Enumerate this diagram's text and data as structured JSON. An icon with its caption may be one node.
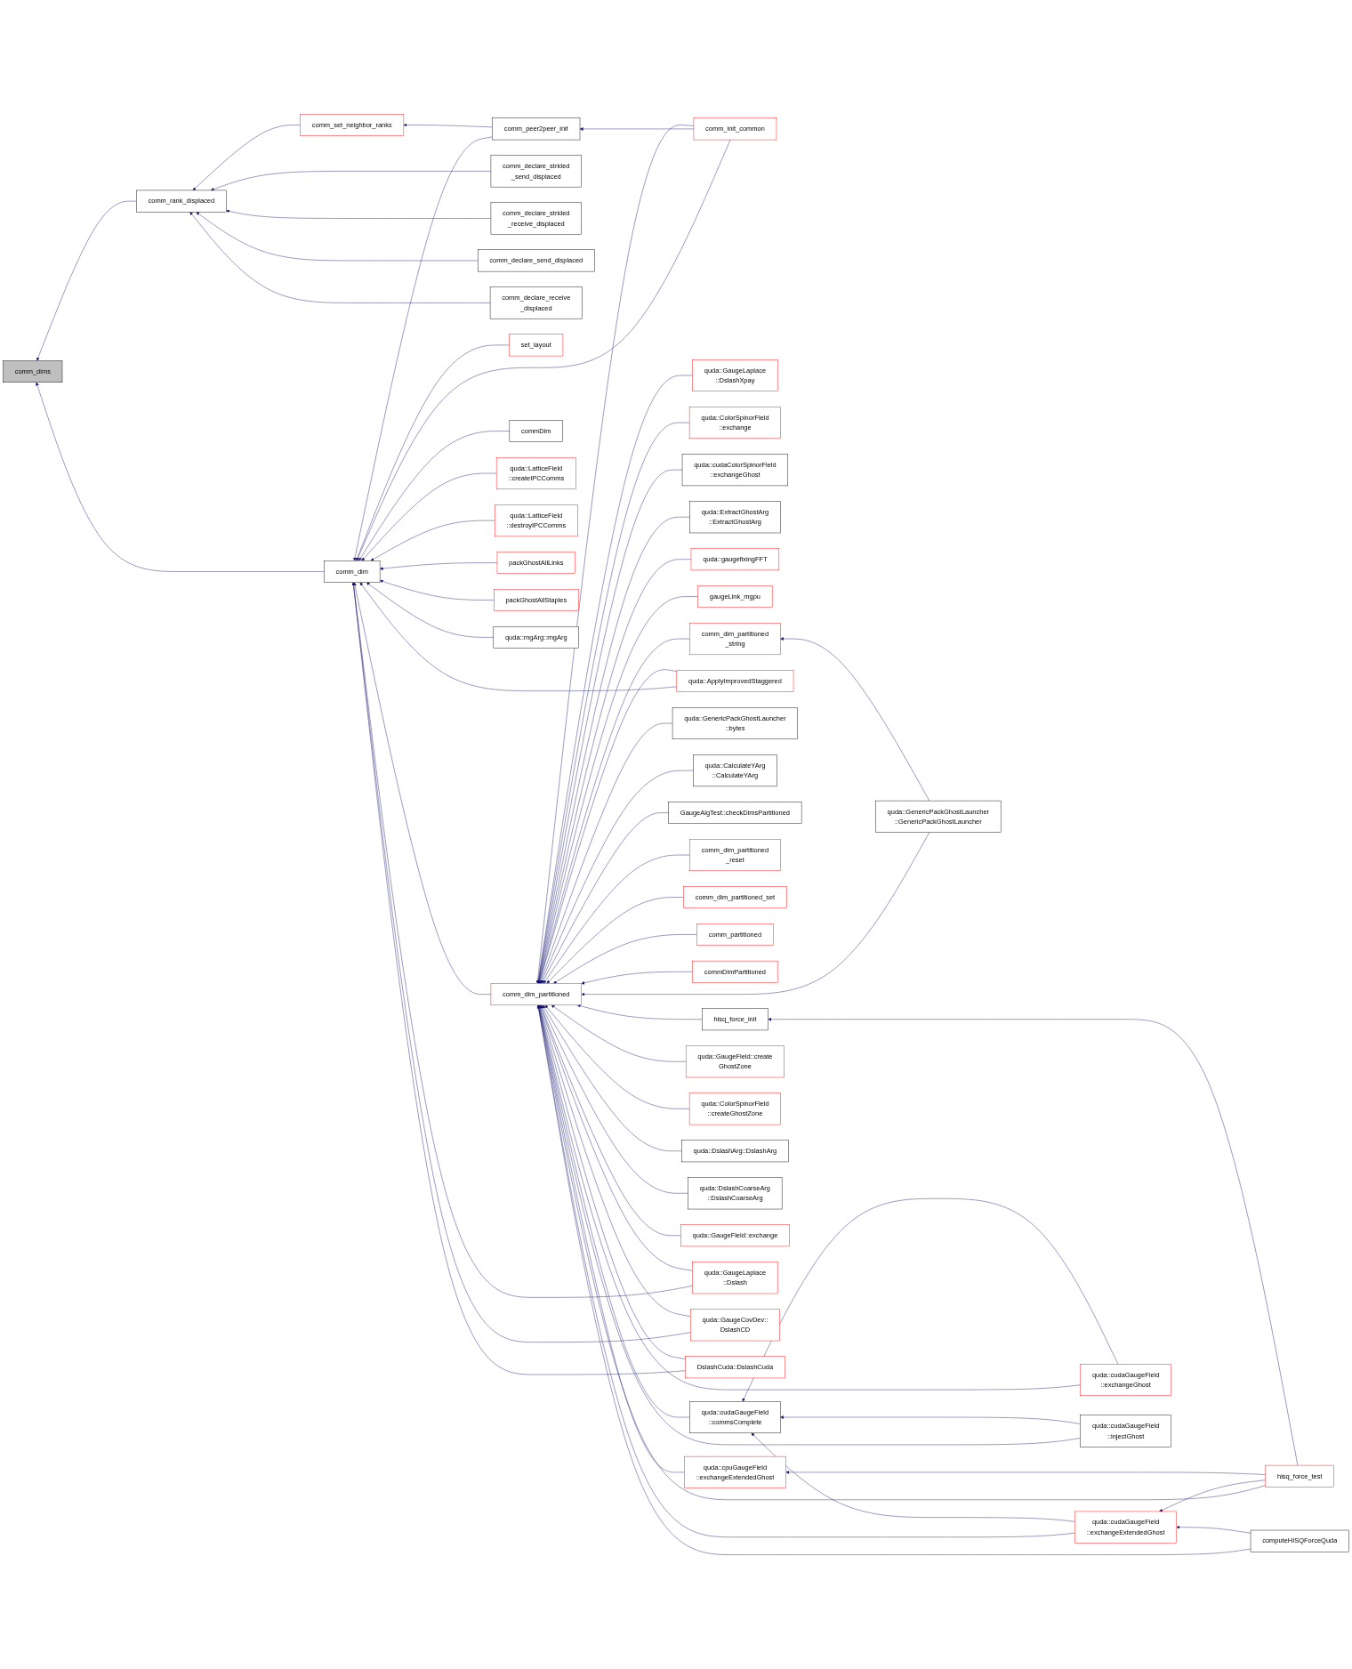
{
  "diagram": {
    "nodes": [
      {
        "text": [
          "comm_dims"
        ]
      },
      {
        "text": [
          "comm_dim"
        ]
      },
      {
        "text": [
          "comm_rank_displaced"
        ]
      },
      {
        "text": [
          "comm_peer2peer_init"
        ]
      },
      {
        "text": [
          "comm_set_neighbor_ranks"
        ]
      },
      {
        "text": [
          "comm_declare_strided _send_displaced"
        ]
      },
      {
        "text": [
          "comm_declare_strided _receive_displaced"
        ]
      },
      {
        "text": [
          "comm_declare_send_displaced"
        ]
      },
      {
        "text": [
          "comm_declare_receive _displaced"
        ]
      },
      {
        "text": [
          "set_layout"
        ]
      },
      {
        "text": [
          "comm_dim_partitioned"
        ]
      },
      {
        "text": [
          "commDim"
        ]
      },
      {
        "text": [
          "quda::LatticeField ::createIPCComms"
        ]
      },
      {
        "text": [
          "quda::LatticeField ::destroyIPCComms"
        ]
      },
      {
        "text": [
          "packGhostAllLinks"
        ]
      },
      {
        "text": [
          "packGhostAllStaples"
        ]
      },
      {
        "text": [
          "quda::rngArg::rngArg"
        ]
      },
      {
        "text": [
          "comm_init_common"
        ]
      },
      {
        "text": [
          "quda::GaugeLaplace ::DslashXpay"
        ]
      },
      {
        "text": [
          "quda::ColorSpinorField ::exchange"
        ]
      },
      {
        "text": [
          "quda::cudaColorSpinorField ::exchangeGhost"
        ]
      },
      {
        "text": [
          "quda::ExtractGhostArg ::ExtractGhostArg"
        ]
      },
      {
        "text": [
          "quda::gaugefixingFFT"
        ]
      },
      {
        "text": [
          "gaugeLink_mgpu"
        ]
      },
      {
        "text": [
          "comm_dim_partitioned _string"
        ]
      },
      {
        "text": [
          "quda::ApplyImprovedStaggered"
        ]
      },
      {
        "text": [
          "quda::GenericPackGhostLauncher ::bytes"
        ]
      },
      {
        "text": [
          "quda::CalculateYArg ::CalculateYArg"
        ]
      },
      {
        "text": [
          "GaugeAlgTest::checkDimsPartitioned"
        ]
      },
      {
        "text": [
          "comm_dim_partitioned _reset"
        ]
      },
      {
        "text": [
          "comm_dim_partitioned_set"
        ]
      },
      {
        "text": [
          "comm_partitioned"
        ]
      },
      {
        "text": [
          "commDimPartitioned"
        ]
      },
      {
        "text": [
          "quda::cudaGaugeField ::commsComplete"
        ]
      },
      {
        "text": [
          "hisq_force_init"
        ]
      },
      {
        "text": [
          "quda::GaugeField::create GhostZone"
        ]
      },
      {
        "text": [
          "quda::ColorSpinorField ::createGhostZone"
        ]
      },
      {
        "text": [
          "quda::DslashArg::DslashArg"
        ]
      },
      {
        "text": [
          "quda::DslashCoarseArg ::DslashCoarseArg"
        ]
      },
      {
        "text": [
          "quda::GaugeField::exchange"
        ]
      },
      {
        "text": [
          "quda::GaugeLaplace ::Dslash"
        ]
      },
      {
        "text": [
          "quda::GaugeCovDev:: DslashCD"
        ]
      },
      {
        "text": [
          "DslashCuda::DslashCuda"
        ]
      },
      {
        "text": [
          "quda::GenericPackGhostLauncher ::GenericPackGhostLauncher"
        ]
      },
      {
        "text": [
          "computeHISQForceQuda"
        ]
      },
      {
        "text": [
          "quda::cudaGaugeField ::exchangeExtendedGhost"
        ]
      },
      {
        "text": [
          "quda::cudaGaugeField ::exchangeGhost"
        ]
      },
      {
        "text": [
          "quda::cudaGaugeField ::injectGhost"
        ]
      },
      {
        "text": [
          "quda::cpuGaugeField ::exchangeExtendedGhost"
        ]
      },
      {
        "text": [
          "hisq_force_test"
        ]
      }
    ],
    "edges": [
      {
        "from": 1,
        "to": 0,
        "arrow": "to"
      },
      {
        "from": 2,
        "to": 0,
        "arrow": "to"
      },
      {
        "from": 3,
        "to": 1,
        "arrow": "to"
      },
      {
        "from": 17,
        "to": 1,
        "arrow": "to"
      },
      {
        "from": 9,
        "to": 1,
        "arrow": "to"
      },
      {
        "from": 10,
        "to": 1,
        "arrow": "to"
      },
      {
        "from": 25,
        "to": 1,
        "arrow": "to"
      },
      {
        "from": 11,
        "to": 1,
        "arrow": "to"
      },
      {
        "from": 12,
        "to": 1,
        "arrow": "to"
      },
      {
        "from": 13,
        "to": 1,
        "arrow": "to"
      },
      {
        "from": 14,
        "to": 1,
        "arrow": "to"
      },
      {
        "from": 15,
        "to": 1,
        "arrow": "to"
      },
      {
        "from": 16,
        "to": 1,
        "arrow": "to"
      },
      {
        "from": 40,
        "to": 1,
        "arrow": "to"
      },
      {
        "from": 41,
        "to": 1,
        "arrow": "to"
      },
      {
        "from": 42,
        "to": 1,
        "arrow": "to"
      },
      {
        "from": 4,
        "to": 2,
        "arrow": "to"
      },
      {
        "from": 5,
        "to": 2,
        "arrow": "to"
      },
      {
        "from": 6,
        "to": 2,
        "arrow": "to"
      },
      {
        "from": 7,
        "to": 2,
        "arrow": "to"
      },
      {
        "from": 8,
        "to": 2,
        "arrow": "to"
      },
      {
        "from": 3,
        "to": 4,
        "arrow": "to"
      },
      {
        "from": 17,
        "to": 3,
        "arrow": "to"
      },
      {
        "from": 17,
        "to": 10,
        "arrow": "to"
      },
      {
        "from": 18,
        "to": 10,
        "arrow": "to"
      },
      {
        "from": 19,
        "to": 10,
        "arrow": "to"
      },
      {
        "from": 44,
        "to": 10,
        "arrow": "to"
      },
      {
        "from": 20,
        "to": 10,
        "arrow": "to"
      },
      {
        "from": 21,
        "to": 10,
        "arrow": "to"
      },
      {
        "from": 22,
        "to": 10,
        "arrow": "to"
      },
      {
        "from": 23,
        "to": 10,
        "arrow": "to"
      },
      {
        "from": 24,
        "to": 10,
        "arrow": "to"
      },
      {
        "from": 25,
        "to": 10,
        "arrow": "to"
      },
      {
        "from": 26,
        "to": 10,
        "arrow": "to"
      },
      {
        "from": 27,
        "to": 10,
        "arrow": "to"
      },
      {
        "from": 28,
        "to": 10,
        "arrow": "to"
      },
      {
        "from": 29,
        "to": 10,
        "arrow": "to"
      },
      {
        "from": 30,
        "to": 10,
        "arrow": "to"
      },
      {
        "from": 43,
        "to": 10,
        "arrow": "to"
      },
      {
        "from": 45,
        "to": 10,
        "arrow": "to"
      },
      {
        "from": 31,
        "to": 10,
        "arrow": "to"
      },
      {
        "from": 32,
        "to": 10,
        "arrow": "to"
      },
      {
        "from": 33,
        "to": 10,
        "arrow": "to"
      },
      {
        "from": 46,
        "to": 10,
        "arrow": "to"
      },
      {
        "from": 47,
        "to": 10,
        "arrow": "to"
      },
      {
        "from": 48,
        "to": 10,
        "arrow": "to"
      },
      {
        "from": 34,
        "to": 10,
        "arrow": "to"
      },
      {
        "from": 49,
        "to": 10,
        "arrow": "to"
      },
      {
        "from": 35,
        "to": 10,
        "arrow": "to"
      },
      {
        "from": 36,
        "to": 10,
        "arrow": "to"
      },
      {
        "from": 37,
        "to": 10,
        "arrow": "to"
      },
      {
        "from": 38,
        "to": 10,
        "arrow": "to"
      },
      {
        "from": 39,
        "to": 10,
        "arrow": "to"
      },
      {
        "from": 40,
        "to": 10,
        "arrow": "to"
      },
      {
        "from": 41,
        "to": 10,
        "arrow": "to"
      },
      {
        "from": 42,
        "to": 10,
        "arrow": "to"
      },
      {
        "from": 43,
        "to": 24,
        "arrow": "to"
      },
      {
        "from": 45,
        "to": 33,
        "arrow": "to"
      },
      {
        "from": 46,
        "to": 33,
        "arrow": "to"
      },
      {
        "from": 47,
        "to": 33,
        "arrow": "to"
      },
      {
        "from": 44,
        "to": 45,
        "arrow": "to"
      },
      {
        "from": 49,
        "to": 45,
        "arrow": "to"
      },
      {
        "from": 49,
        "to": 48,
        "arrow": "to"
      },
      {
        "from": 49,
        "to": 34,
        "arrow": "to"
      }
    ]
  }
}
